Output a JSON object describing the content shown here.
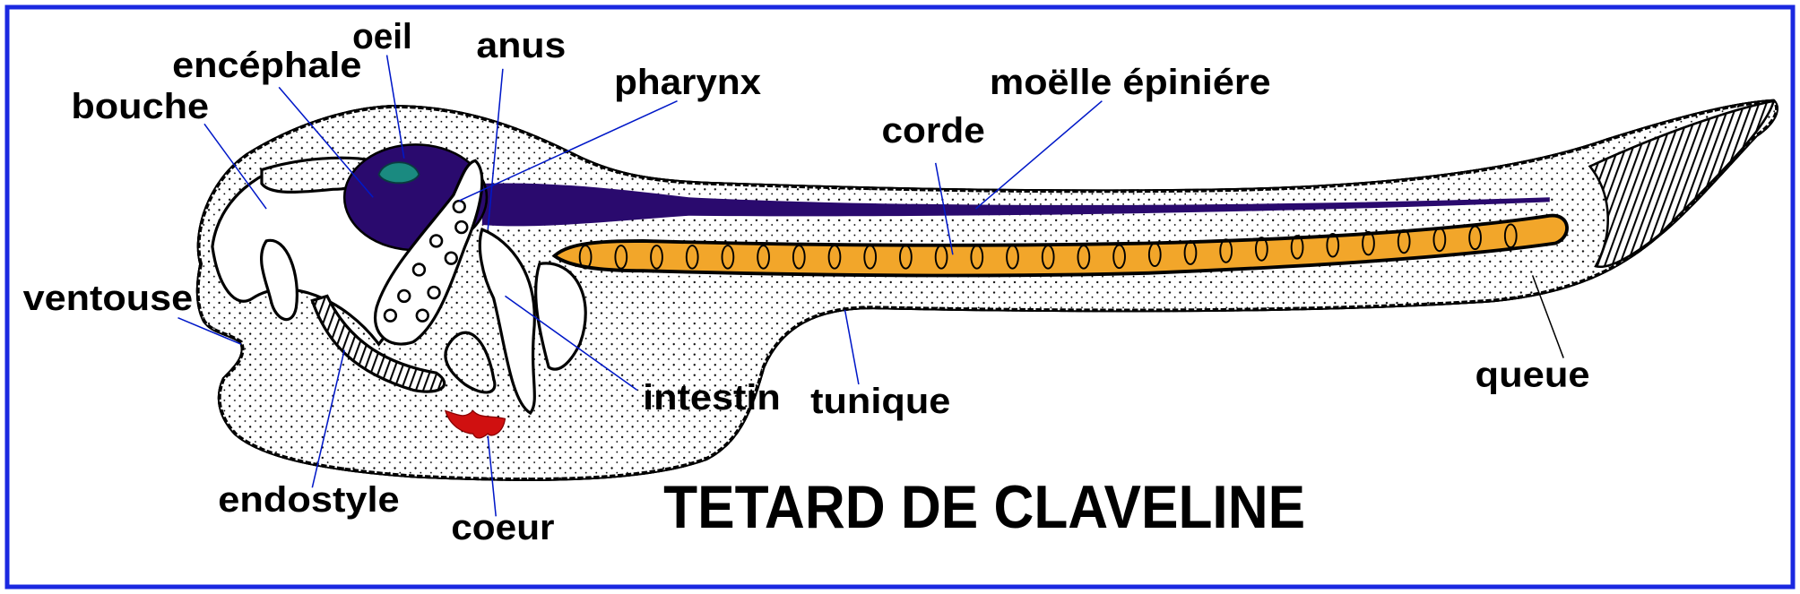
{
  "title": "TETARD DE CLAVELINE",
  "labels": {
    "oeil": "oeil",
    "encephale": "encéphale",
    "bouche": "bouche",
    "anus": "anus",
    "pharynx": "pharynx",
    "moelle": "moëlle épiniére",
    "corde": "corde",
    "ventouse": "ventouse",
    "intestin": "intestin",
    "tunique": "tunique",
    "queue": "queue",
    "endostyle": "endostyle",
    "coeur": "coeur"
  },
  "colors": {
    "frame": "#1a28e0",
    "leader": "#0018c8",
    "nerve": "#2a0a6e",
    "notochord": "#f2a62a",
    "heart": "#d01010",
    "eye": "#1a8a80"
  }
}
